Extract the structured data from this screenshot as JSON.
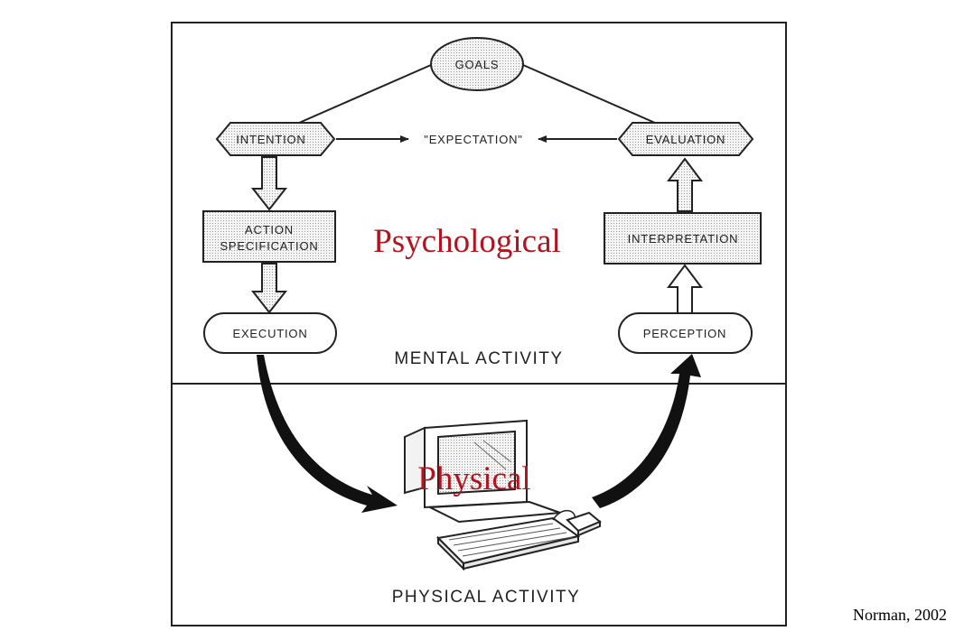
{
  "diagram": {
    "nodes": {
      "goals": "GOALS",
      "intention": "INTENTION",
      "expectation": "\"EXPECTATION\"",
      "evaluation": "EVALUATION",
      "action_spec_line1": "ACTION",
      "action_spec_line2": "SPECIFICATION",
      "interpretation": "INTERPRETATION",
      "execution": "EXECUTION",
      "perception": "PERCEPTION"
    },
    "regions": {
      "mental": "MENTAL ACTIVITY",
      "physical": "PHYSICAL ACTIVITY"
    },
    "overlays": {
      "psychological": "Psychological",
      "physical": "Physical"
    },
    "citation": "Norman, 2002"
  }
}
